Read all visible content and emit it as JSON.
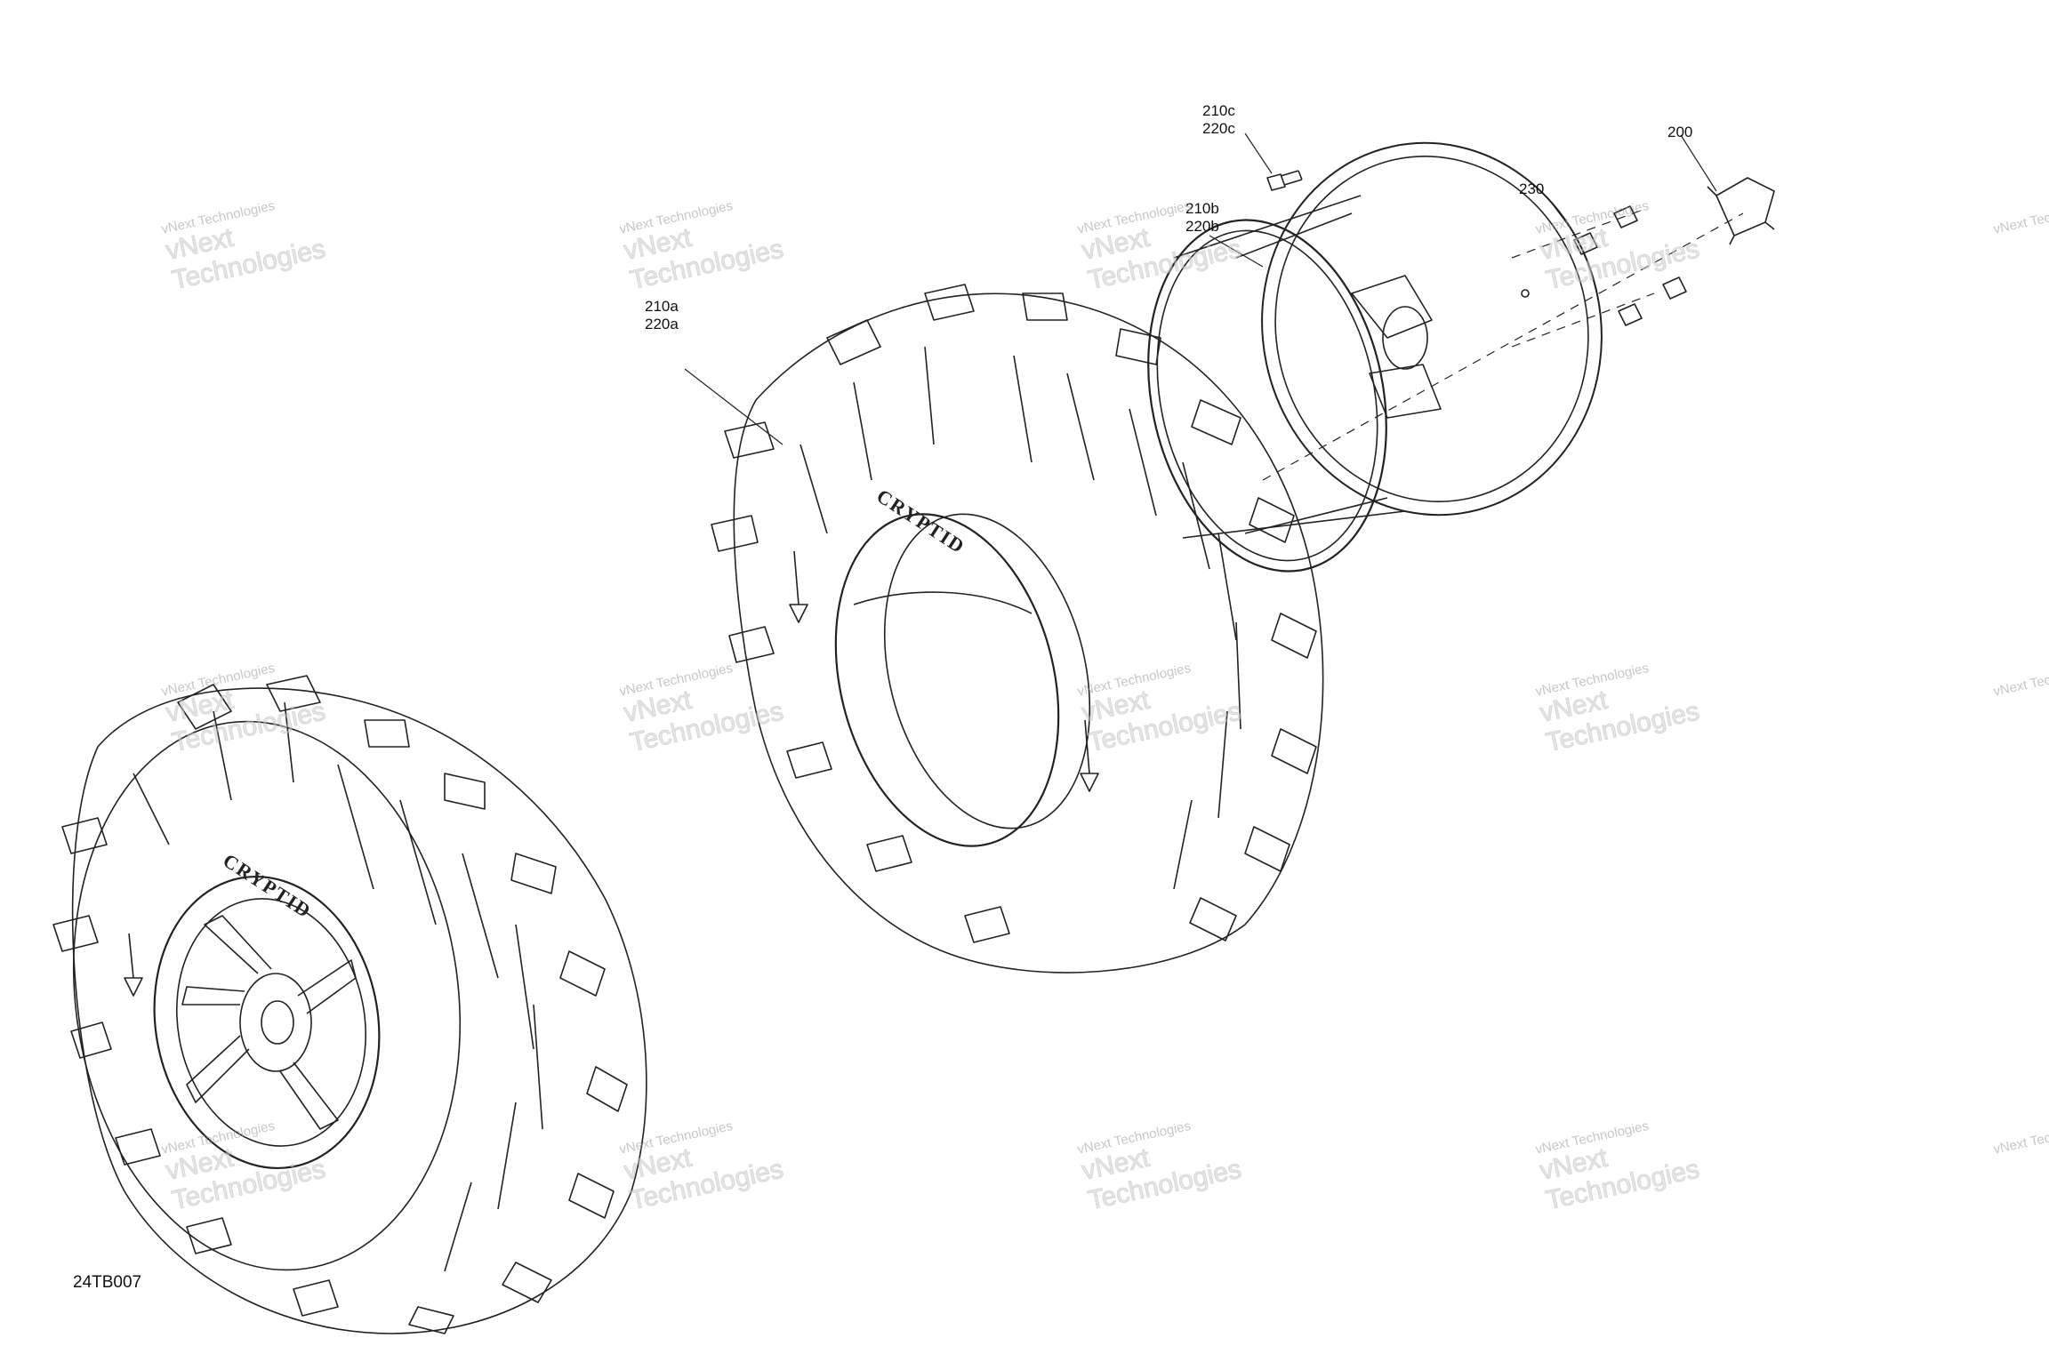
{
  "diagram": {
    "figure_id": "24TB007",
    "callouts": {
      "rim_nut_cap": "200",
      "bolt_c": "210c\n220c",
      "bolt_b": "210b\n220b",
      "tire_a": "210a\n220a",
      "lug_nut": "230"
    },
    "tire_sidewall_text": "CRYPTID",
    "watermark": {
      "line1": "vNext Technologies",
      "line2": "vNext\nTechnologies"
    }
  }
}
